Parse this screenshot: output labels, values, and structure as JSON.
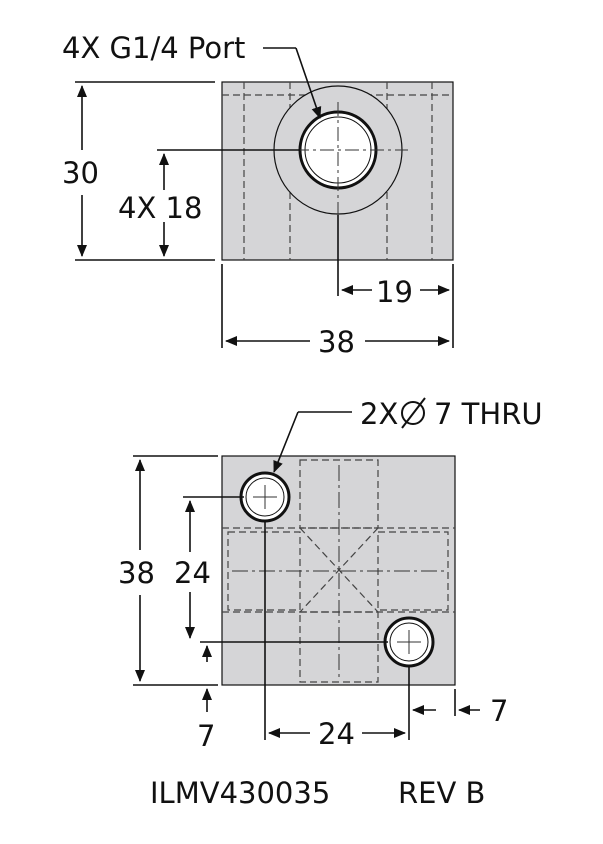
{
  "top_view": {
    "port_callout": "4X G1/4 Port",
    "height_dim": "30",
    "port_height_dim": "4X 18",
    "port_offset_dim": "19",
    "width_dim": "38"
  },
  "bottom_view": {
    "hole_callout_prefix": "2X",
    "hole_callout_suffix": "7 THRU",
    "height_dim": "38",
    "hole_spacing_v_dim": "24",
    "edge_offset_v_dim": "7",
    "hole_spacing_h_dim": "24",
    "edge_offset_h_dim": "7"
  },
  "title_block": {
    "part_number": "ILMV430035",
    "revision": "REV B"
  }
}
